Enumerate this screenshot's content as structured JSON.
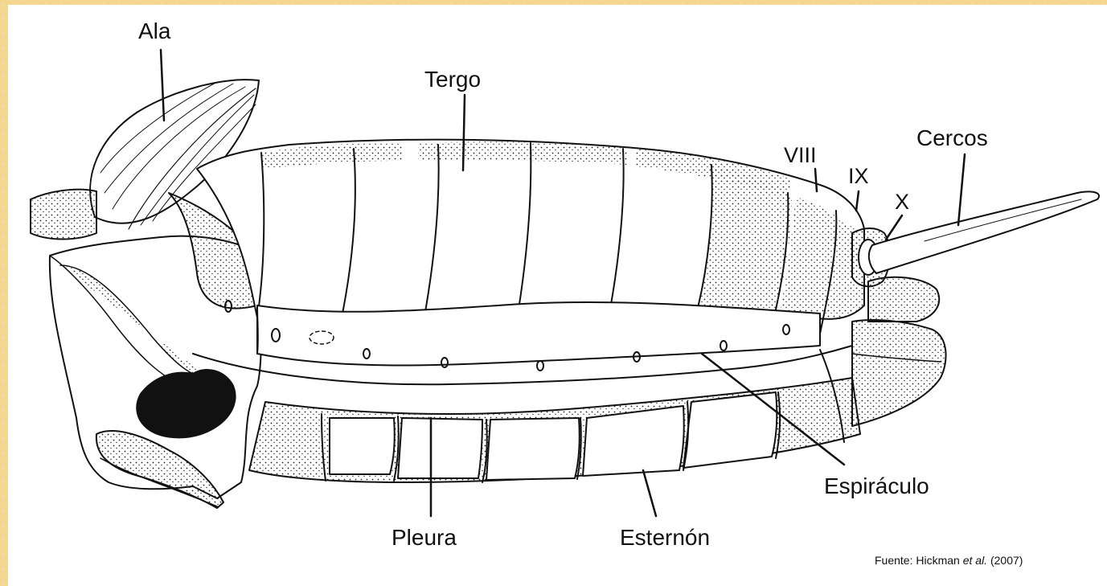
{
  "labels": {
    "ala": "Ala",
    "tergo": "Tergo",
    "viii": "VIII",
    "ix": "IX",
    "x": "X",
    "cercos": "Cercos",
    "espiraculo": "Espiráculo",
    "pleura": "Pleura",
    "esternon": "Esternón"
  },
  "source": {
    "prefix": "Fuente: Hickman ",
    "italic": "et al.",
    "suffix": " (2007)"
  },
  "colors": {
    "background": "#f4d68f",
    "panel": "#ffffff",
    "ink": "#111111"
  }
}
